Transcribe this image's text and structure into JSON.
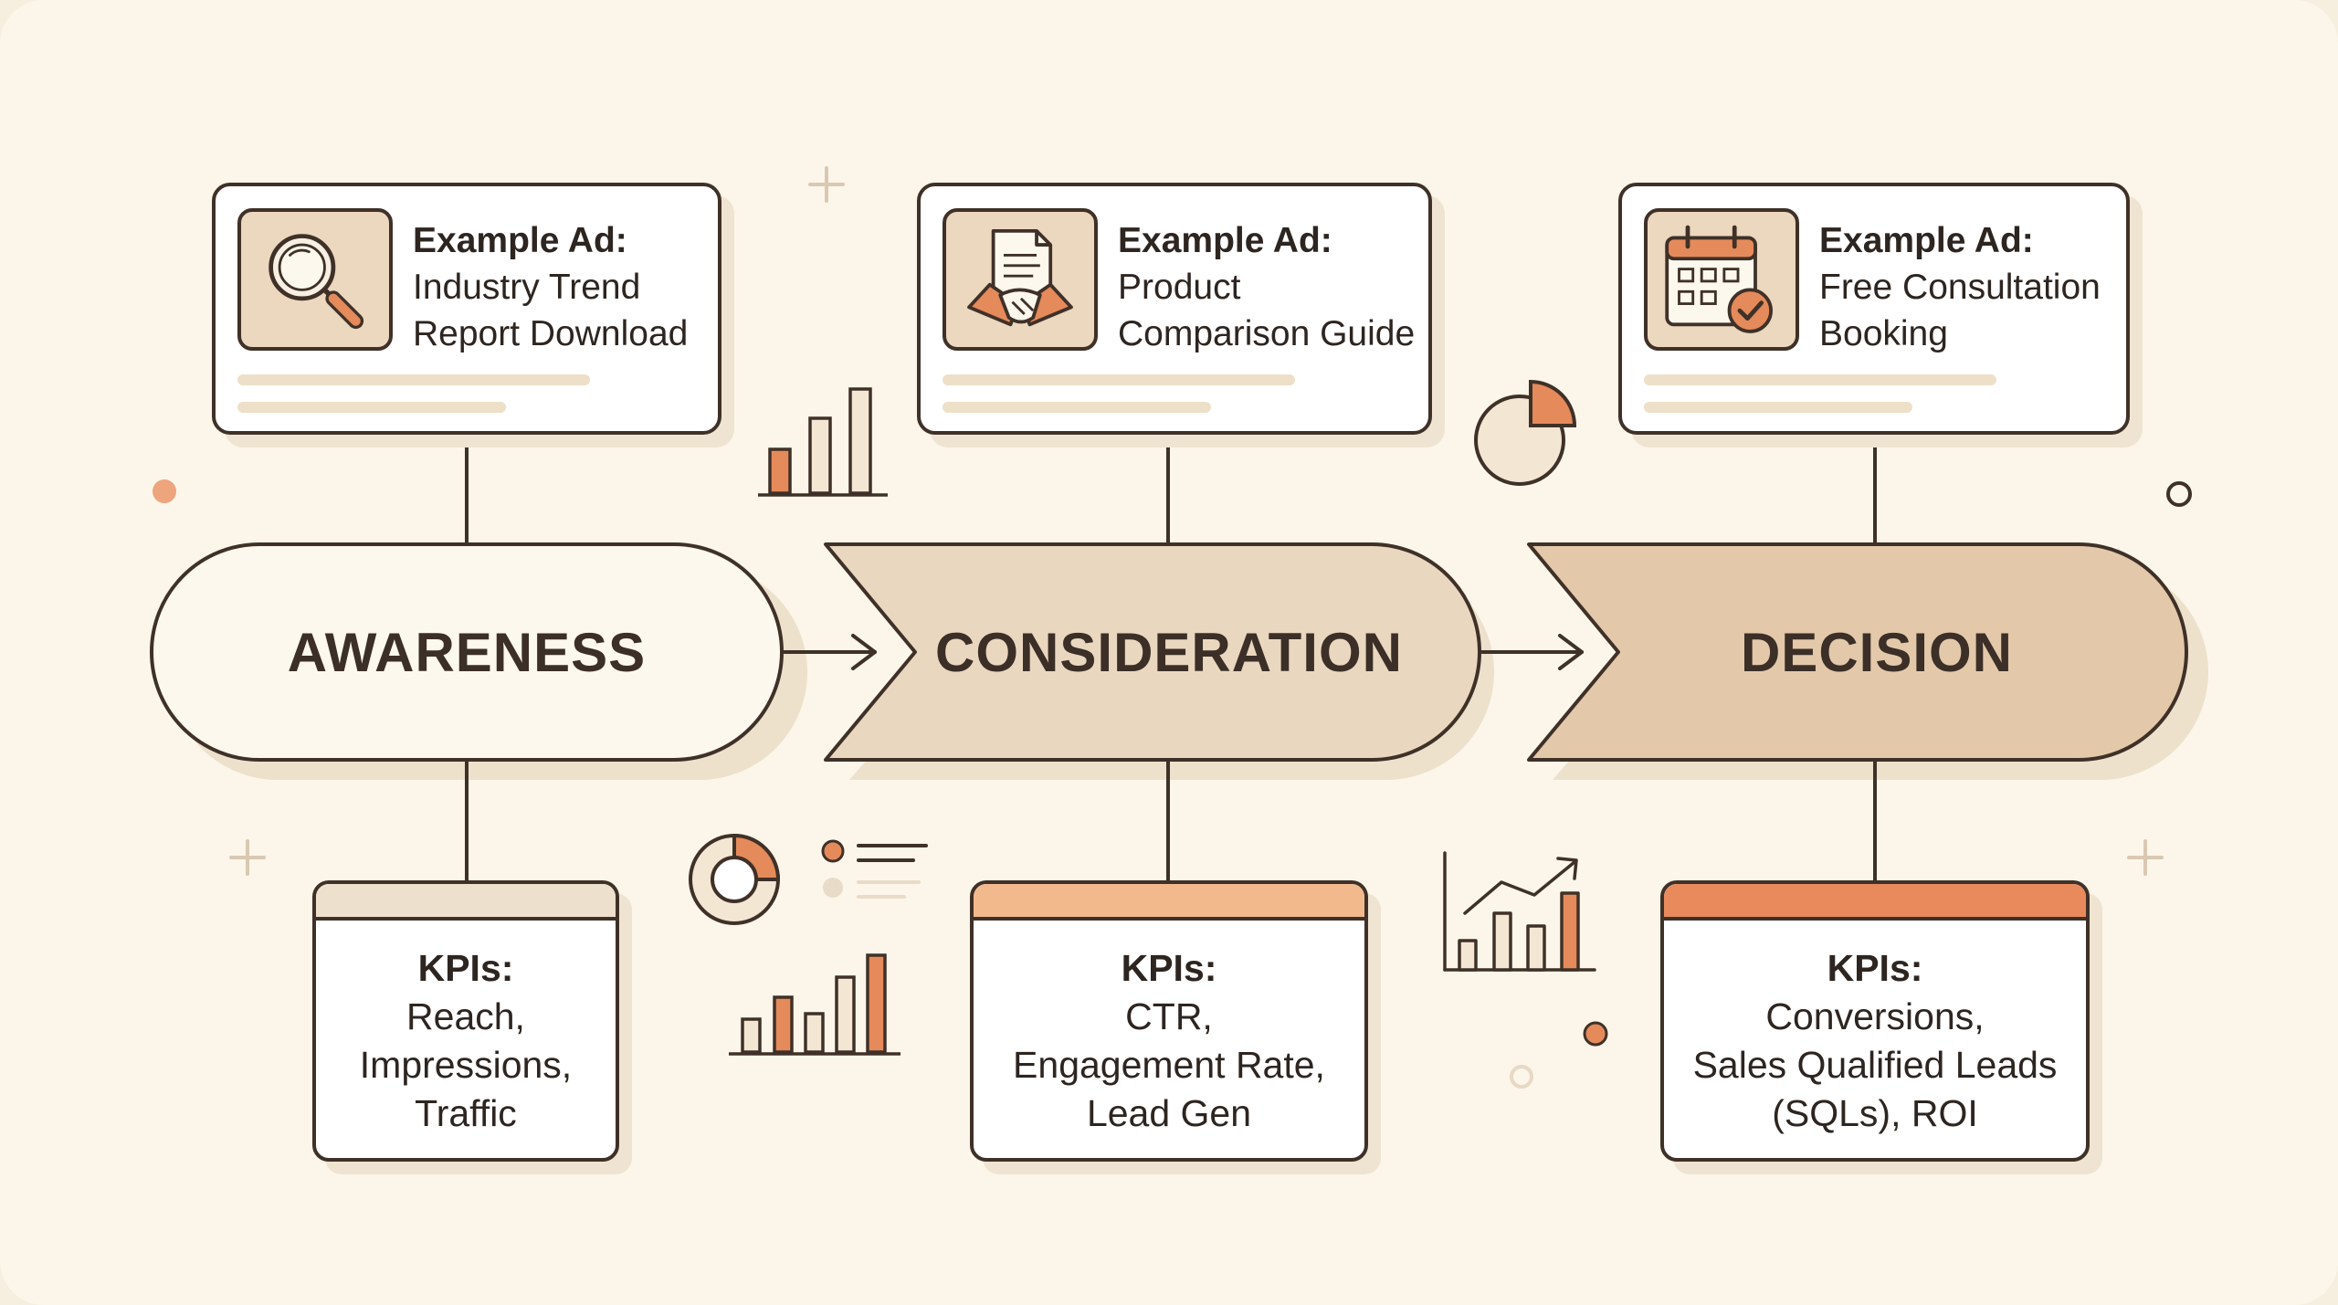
{
  "stages": [
    {
      "label": "AWARENESS",
      "ad": {
        "heading": "Example Ad:",
        "lines": [
          "Industry Trend",
          "Report Download"
        ],
        "icon": "magnifier-icon"
      },
      "kpi": {
        "heading": "KPIs:",
        "lines": [
          "Reach,",
          "Impressions,",
          "Traffic"
        ]
      }
    },
    {
      "label": "CONSIDERATION",
      "ad": {
        "heading": "Example Ad:",
        "lines": [
          "Product",
          "Comparison Guide"
        ],
        "icon": "handshake-document-icon"
      },
      "kpi": {
        "heading": "KPIs:",
        "lines": [
          "CTR,",
          "Engagement Rate,",
          "Lead Gen"
        ]
      }
    },
    {
      "label": "DECISION",
      "ad": {
        "heading": "Example Ad:",
        "lines": [
          "Free Consultation",
          "Booking"
        ],
        "icon": "calendar-check-icon"
      },
      "kpi": {
        "heading": "KPIs:",
        "lines": [
          "Conversions,",
          "Sales Qualified Leads",
          "(SQLs), ROI"
        ]
      }
    }
  ],
  "colors": {
    "background": "#fbf6e9",
    "outline": "#3f3128",
    "accent": "#e58a5a",
    "stage_awareness": "#fdf8ee",
    "stage_consideration": "#ead7bf",
    "stage_decision": "#e3c9aa",
    "kpi_strip_awareness": "#ede0cc",
    "kpi_strip_consideration": "#f2b98d",
    "kpi_strip_decision": "#e88a5c"
  },
  "decorations": [
    "bar-chart-icon",
    "pie-chart-icon",
    "donut-chart-icon",
    "legend-list-icon",
    "trend-chart-icon",
    "plus-icon",
    "circle-dot-icon"
  ]
}
